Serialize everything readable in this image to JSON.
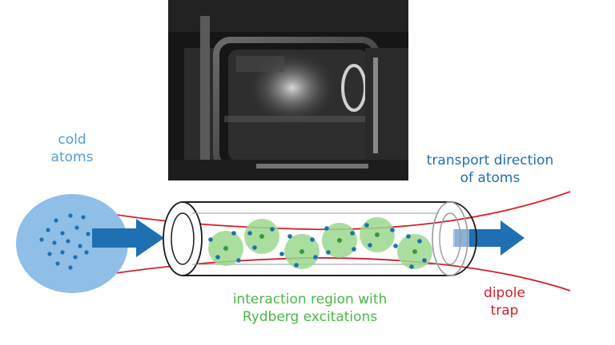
{
  "photo": {
    "alt": ""
  },
  "labels": {
    "cold_atoms": [
      "cold",
      "atoms"
    ],
    "transport": [
      "transport direction",
      "of atoms"
    ],
    "interaction": [
      "interaction region with",
      "Rydberg excitations"
    ],
    "dipole_trap": [
      "dipole",
      "trap"
    ]
  },
  "colors": {
    "cold_cloud": "#8fbfe6",
    "atom": "#1f6fb3",
    "arrow": "#1f6fb3",
    "rydberg": "#9bd98f",
    "rydberg_core": "#3a9a3a",
    "dipole": "#d31f2b",
    "cylinder": "#1a1a1a"
  }
}
